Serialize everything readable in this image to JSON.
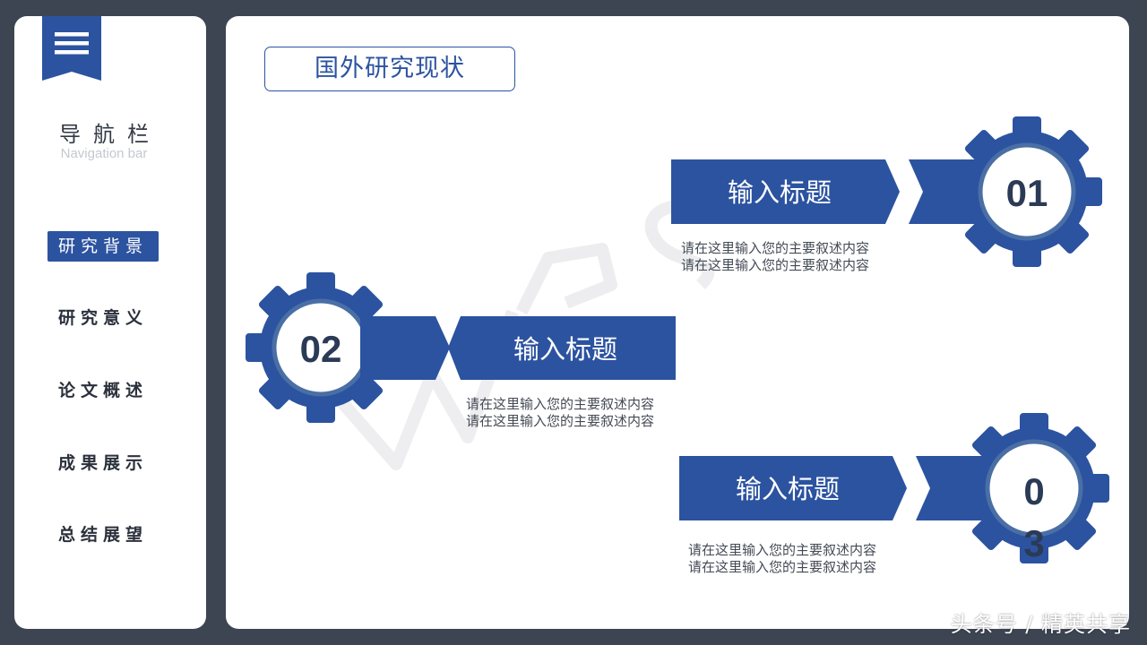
{
  "sidebar": {
    "menu_icon": "hamburger-menu-icon",
    "title": "导航栏",
    "subtitle": "Navigation bar",
    "items": [
      {
        "label": "研究背景",
        "active": true
      },
      {
        "label": "研究意义",
        "active": false
      },
      {
        "label": "论文概述",
        "active": false
      },
      {
        "label": "成果展示",
        "active": false
      },
      {
        "label": "总结展望",
        "active": false
      }
    ]
  },
  "main": {
    "title": "国外研究现状",
    "items": [
      {
        "number": "01",
        "heading": "输入标题",
        "lines": [
          "请在这里输入您的主要叙述内容",
          "请在这里输入您的主要叙述内容"
        ]
      },
      {
        "number": "02",
        "heading": "输入标题",
        "lines": [
          "请在这里输入您的主要叙述内容",
          "请在这里输入您的主要叙述内容"
        ]
      },
      {
        "number_lines": [
          "0",
          "3"
        ],
        "heading": "输入标题",
        "lines": [
          "请在这里输入您的主要叙述内容",
          "请在这里输入您的主要叙述内容"
        ]
      }
    ],
    "background_watermark": "WPS"
  },
  "corner_watermark": "头条号 / 精英共享",
  "colors": {
    "accent": "#2c53a0",
    "frame": "#3d4553",
    "gear_ring": "#4a6fa5",
    "number_text": "#2b3a55"
  }
}
